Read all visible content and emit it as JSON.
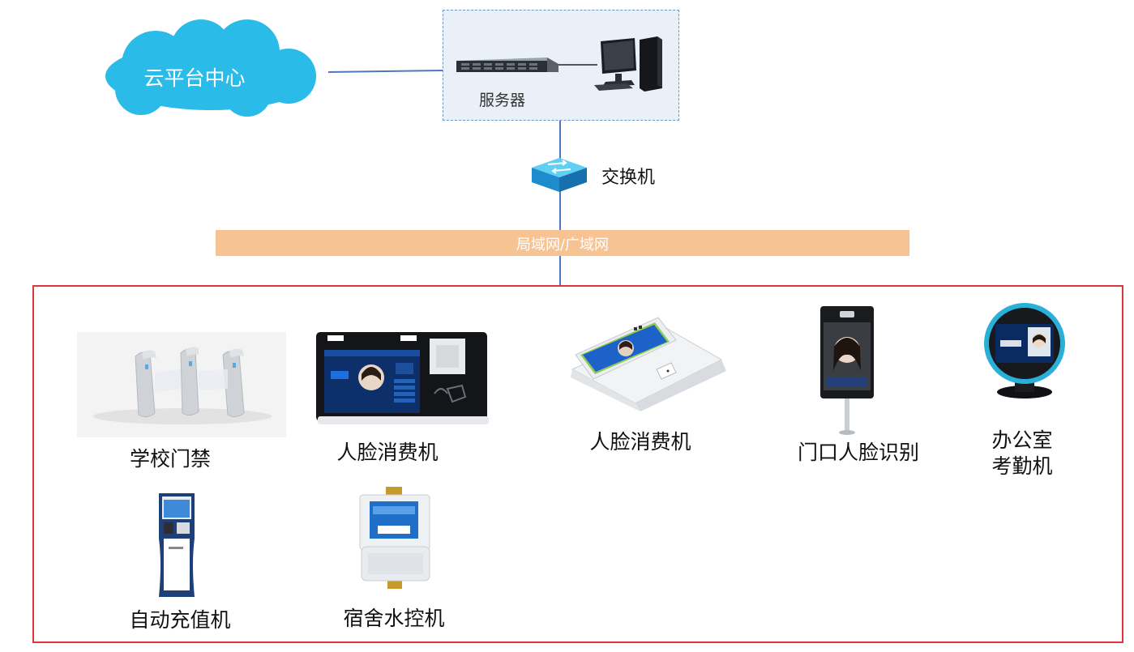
{
  "cloud": {
    "label": "云平台中心",
    "color": "#2bbbe8"
  },
  "server": {
    "label": "服务器",
    "server-icon": "rack-server-icon",
    "pc-icon": "desktop-pc-icon"
  },
  "switch": {
    "label": "交换机",
    "icon": "network-switch-icon"
  },
  "network": {
    "label": "局域网/广域网"
  },
  "devices": [
    {
      "id": "turnstile",
      "label": "学校门禁",
      "icon": "turnstile-gate-icon"
    },
    {
      "id": "face-pay-1",
      "label": "人脸消费机",
      "icon": "face-payment-terminal-icon"
    },
    {
      "id": "face-pay-2",
      "label": "人脸消费机",
      "icon": "desktop-face-payment-icon"
    },
    {
      "id": "door-face",
      "label": "门口人脸识别",
      "icon": "face-recognition-panel-icon"
    },
    {
      "id": "attendance",
      "label_line1": "办公室",
      "label_line2": "考勤机",
      "icon": "attendance-machine-icon"
    },
    {
      "id": "recharge",
      "label": "自动充值机",
      "icon": "recharge-kiosk-icon"
    },
    {
      "id": "water",
      "label": "宿舍水控机",
      "icon": "water-controller-icon"
    }
  ],
  "colors": {
    "frame": "#d9363e",
    "band": "#f8c393",
    "line": "#4a78c2"
  }
}
